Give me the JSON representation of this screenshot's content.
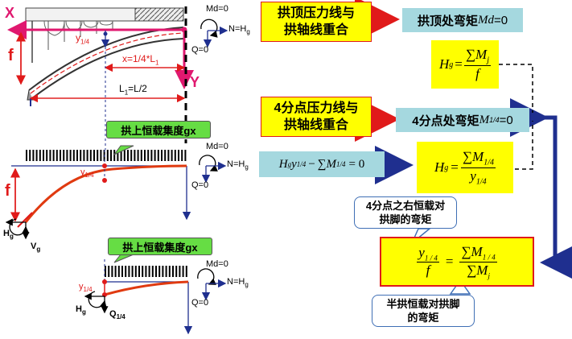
{
  "top_diagram": {
    "x_axis": "X",
    "y_axis": "Y",
    "f": "f",
    "y14_base": "y",
    "y14_sub": "1/4",
    "x_eq": "x=1/4*L",
    "x_eq_sub": "1",
    "L1_base": "L",
    "L1_sub": "1",
    "L1_rest": "=L/2",
    "md": "Md=0",
    "n_base": "N=H",
    "n_sub": "g",
    "q": "Q=0"
  },
  "middle_diagram": {
    "callout": "拱上恒载集度gx",
    "md": "Md=0",
    "n_base": "N=H",
    "n_sub": "g",
    "q": "Q=0",
    "y14_base": "y",
    "y14_sub": "1/4",
    "f": "f",
    "hg_base": "H",
    "hg_sub": "g",
    "vg_base": "V",
    "vg_sub": "g"
  },
  "bottom_diagram": {
    "callout": "拱上恒载集度gx",
    "md": "Md=0",
    "n_base": "N=H",
    "n_sub": "g",
    "q": "Q=0",
    "y14_base": "y",
    "y14_sub": "1/4",
    "hg_base": "H",
    "hg_sub": "g",
    "q14_base": "Q",
    "q14_sub": "1/4"
  },
  "right_panel": {
    "crown_condition": "拱顶压力线与\n拱轴线重合",
    "crown_result_prefix": "拱顶处弯矩",
    "crown_result_var": "Md",
    "crown_result_suffix": "=0",
    "hg_formula": {
      "lhs_base": "H",
      "lhs_sub": "g",
      "eq": "=",
      "sum": "∑",
      "num_base": "M",
      "num_sub": "j",
      "den": "f"
    },
    "quarter_condition": "4分点压力线与\n拱轴线重合",
    "quarter_result_prefix": "4分点处弯矩",
    "quarter_result_var": "M",
    "quarter_result_sub": "1/4",
    "quarter_result_suffix": "=0",
    "eq_text": {
      "h": "H",
      "h_sub": "g",
      "y": "y",
      "y_sub": "1/4",
      "minus": "−",
      "sum": "∑",
      "m": "M",
      "m_sub": "1/4",
      "rhs": "= 0"
    },
    "hg_formula2": {
      "lhs_base": "H",
      "lhs_sub": "g",
      "eq": "=",
      "sum": "∑",
      "num_base": "M",
      "num_sub": "1/4",
      "den_base": "y",
      "den_sub": "1/4"
    },
    "bubble_top": "4分点之右恒载对\n拱脚的弯矩",
    "final_formula": {
      "lhs_num_base": "y",
      "lhs_num_sub": "1 / 4",
      "lhs_den": "f",
      "eq": "=",
      "sum": "∑",
      "num_base": "M",
      "num_sub": "1 / 4",
      "den_base": "M",
      "den_sub": "j"
    },
    "bubble_bottom": "半拱恒载对拱脚\n的弯矩"
  },
  "colors": {
    "red": "#e01a1a",
    "blue": "#1f2f8f",
    "magenta": "#e0186f",
    "yellow": "#ffff00",
    "cyan": "#a5d8df",
    "green": "#66dd44"
  }
}
